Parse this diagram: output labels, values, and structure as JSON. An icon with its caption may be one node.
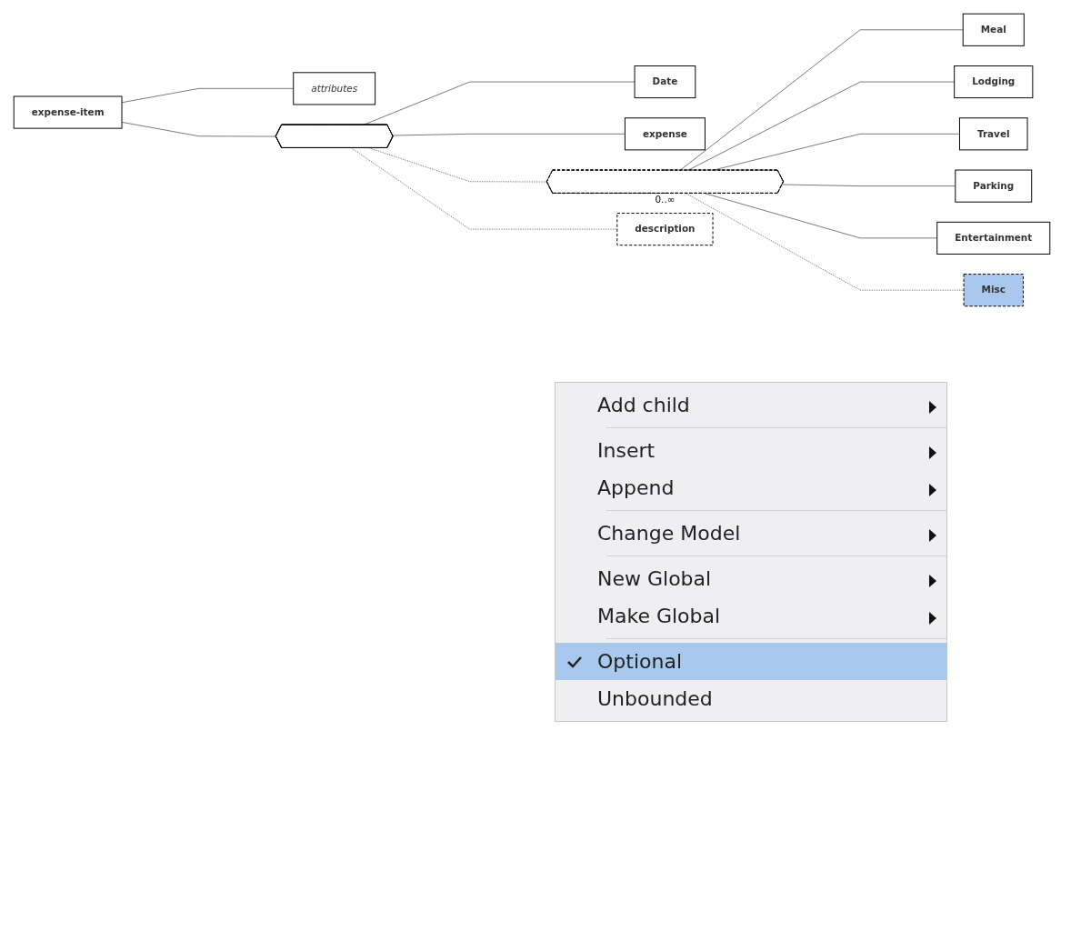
{
  "diagram": {
    "nodes": [
      {
        "text": [
          "expense-item"
        ]
      },
      {
        "text": [
          "attributes"
        ]
      },
      {
        "text": [],
        "shape": "hexagon"
      },
      {
        "text": [
          "Date"
        ]
      },
      {
        "text": [
          "expense"
        ]
      },
      {
        "text": [],
        "shape": "hexagon",
        "beside": [
          "0..∞"
        ]
      },
      {
        "text": [
          "Meal"
        ]
      },
      {
        "text": [
          "Lodging"
        ]
      },
      {
        "text": [
          "Travel"
        ]
      },
      {
        "text": [
          "Parking"
        ]
      },
      {
        "text": [
          "Entertainment"
        ]
      },
      {
        "text": [
          "Misc"
        ]
      },
      {
        "text": [
          "description"
        ]
      }
    ],
    "edges": [
      {
        "from": 0,
        "to": 1,
        "arrow": "none"
      },
      {
        "from": 0,
        "to": 2,
        "arrow": "none"
      },
      {
        "from": 2,
        "to": 3,
        "arrow": "none"
      },
      {
        "from": 2,
        "to": 4,
        "arrow": "none"
      },
      {
        "from": 2,
        "to": 5,
        "arrow": "none",
        "style": "dashed"
      },
      {
        "from": 2,
        "to": 12,
        "arrow": "none",
        "style": "dashed"
      },
      {
        "from": 5,
        "to": 6,
        "arrow": "none"
      },
      {
        "from": 5,
        "to": 7,
        "arrow": "none"
      },
      {
        "from": 5,
        "to": 8,
        "arrow": "none"
      },
      {
        "from": 5,
        "to": 9,
        "arrow": "none"
      },
      {
        "from": 5,
        "to": 10,
        "arrow": "none"
      },
      {
        "from": 5,
        "to": 11,
        "arrow": "none",
        "style": "dashed"
      }
    ],
    "labels": [
      "Add child",
      "Insert",
      "Append",
      "Change Model",
      "New Global",
      "Make Global",
      "Optional",
      "Unbounded"
    ]
  }
}
